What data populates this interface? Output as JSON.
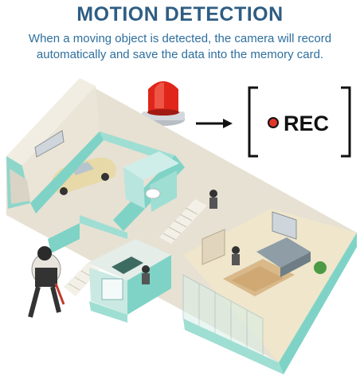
{
  "header": {
    "title": "MOTION DETECTION",
    "description_line1": "When a moving object is detected, the camera will record",
    "description_line2": "automatically and save the data into the memory card."
  },
  "rec_indicator": {
    "label": "REC"
  },
  "icons": [
    "alarm-light-icon",
    "arrow-right-icon",
    "record-dot-icon"
  ],
  "colors": {
    "title": "#2f5d83",
    "description": "#2e6f9e",
    "alarm_red": "#e0261b",
    "rec_dot": "#e3342a",
    "wall_teal": "#7fd3c6",
    "floor_wood": "#d9b98a"
  }
}
